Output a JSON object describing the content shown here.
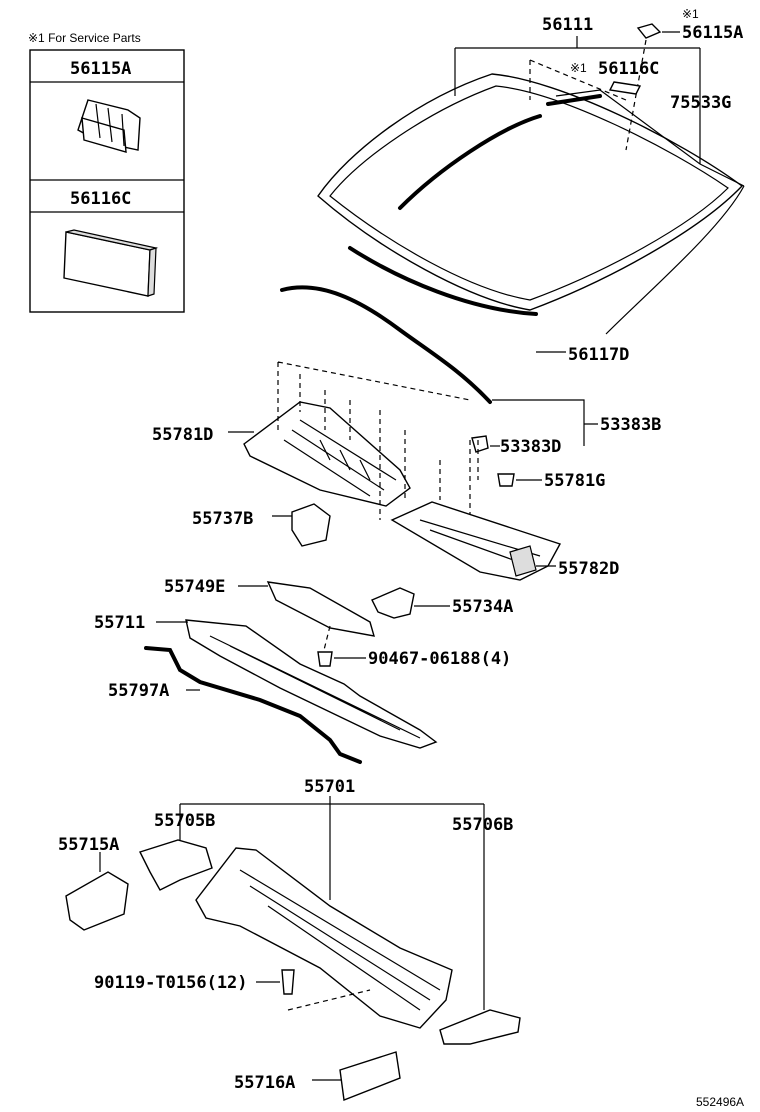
{
  "service_box": {
    "note": "※1 For Service Parts",
    "part_a": "56115A",
    "part_b": "56116C"
  },
  "labels": {
    "p56111": "56111",
    "mark_56115a": "※1",
    "p56115a": "56115A",
    "mark_56116c": "※1",
    "p56116c": "56116C",
    "p75533g": "75533G",
    "p56117d": "56117D",
    "p53383b": "53383B",
    "p53383d": "53383D",
    "p55781d": "55781D",
    "p55781g": "55781G",
    "p55737b": "55737B",
    "p55782d": "55782D",
    "p55749e": "55749E",
    "p55734a": "55734A",
    "p55711": "55711",
    "p90467": "90467-06188(4)",
    "p55797a": "55797A",
    "p55701": "55701",
    "p55705b": "55705B",
    "p55706b": "55706B",
    "p55715a": "55715A",
    "p90119": "90119-T0156(12)",
    "p55716a": "55716A"
  },
  "figure_id": "552496A"
}
